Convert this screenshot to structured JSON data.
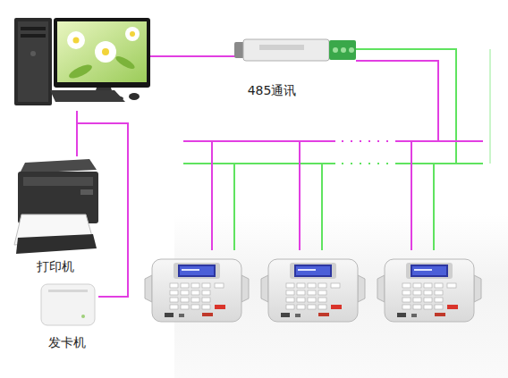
{
  "diagram": {
    "nodes": [
      {
        "text": [
          "485通讯"
        ]
      },
      {
        "text": [
          "打印机"
        ]
      },
      {
        "text": [
          "发卡机"
        ]
      }
    ]
  }
}
